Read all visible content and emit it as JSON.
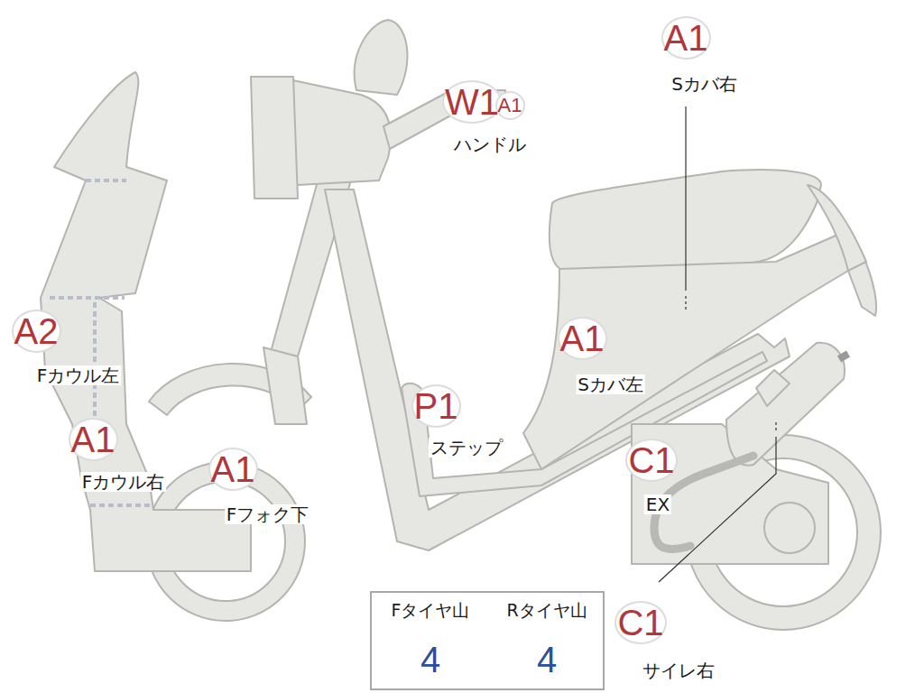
{
  "diagram": {
    "nodes": [
      {
        "text": [
          "A1",
          "Sカバ右"
        ]
      },
      {
        "text": [
          "W1",
          "ハンドル"
        ]
      },
      {
        "text": [
          "A1"
        ]
      },
      {
        "text": [
          "A2",
          "Fカウル左"
        ]
      },
      {
        "text": [
          "P1",
          "ステップ"
        ]
      },
      {
        "text": [
          "A1",
          "Sカバ左"
        ]
      },
      {
        "text": [
          "A1",
          "Fカウル右"
        ]
      },
      {
        "text": [
          "A1",
          "Fフォク下"
        ]
      },
      {
        "text": [
          "C1",
          "EX"
        ]
      },
      {
        "text": [
          "C1",
          "サイレ右"
        ]
      }
    ],
    "edges": [],
    "labels": [
      "Fタイヤ山",
      "Rタイヤ山",
      "4",
      "4"
    ]
  }
}
